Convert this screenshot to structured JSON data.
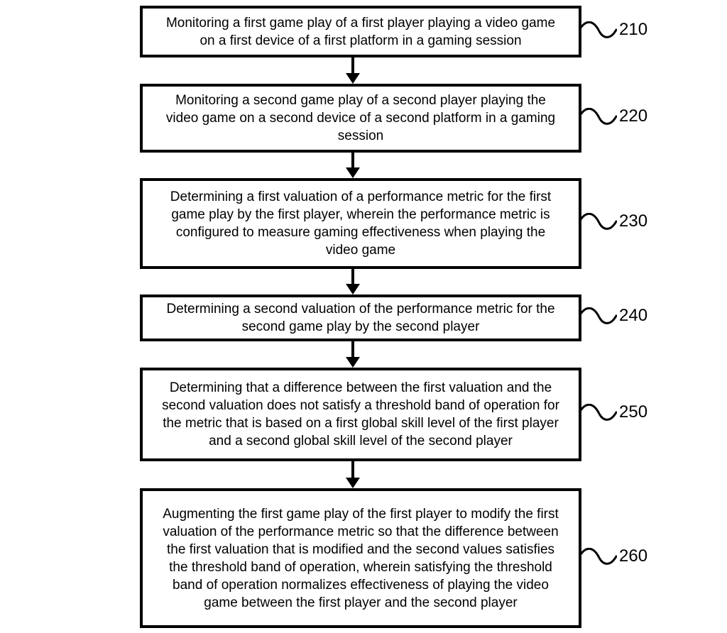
{
  "figure": {
    "type": "flowchart",
    "background_color": "#ffffff",
    "line_color": "#000000",
    "steps": [
      {
        "ref": "210",
        "text": "Monitoring a first game play of a first player playing a video game\non a first device of a first platform in a gaming session"
      },
      {
        "ref": "220",
        "text": "Monitoring a second game play of a second player playing the\nvideo game on a second device of a second platform in a gaming\nsession"
      },
      {
        "ref": "230",
        "text": "Determining a first valuation of a performance metric for the first\ngame play by the first player, wherein the performance metric is\nconfigured to measure gaming effectiveness when playing the\nvideo game"
      },
      {
        "ref": "240",
        "text": "Determining a second valuation of the performance metric for the\nsecond game play by the second player"
      },
      {
        "ref": "250",
        "text": "Determining that a difference between the first valuation and the\nsecond valuation does not satisfy a threshold band of operation for\nthe metric that is based on a first global skill level of the first player\nand a second global skill level of the second player"
      },
      {
        "ref": "260",
        "text": "Augmenting the first game play of the first player to modify the first\nvaluation of the performance metric so that the difference between\nthe first valuation that is modified and the second values satisfies\nthe threshold band of operation, wherein satisfying the threshold\nband of operation normalizes effectiveness of playing the video\ngame between the first player and the second player"
      }
    ]
  }
}
